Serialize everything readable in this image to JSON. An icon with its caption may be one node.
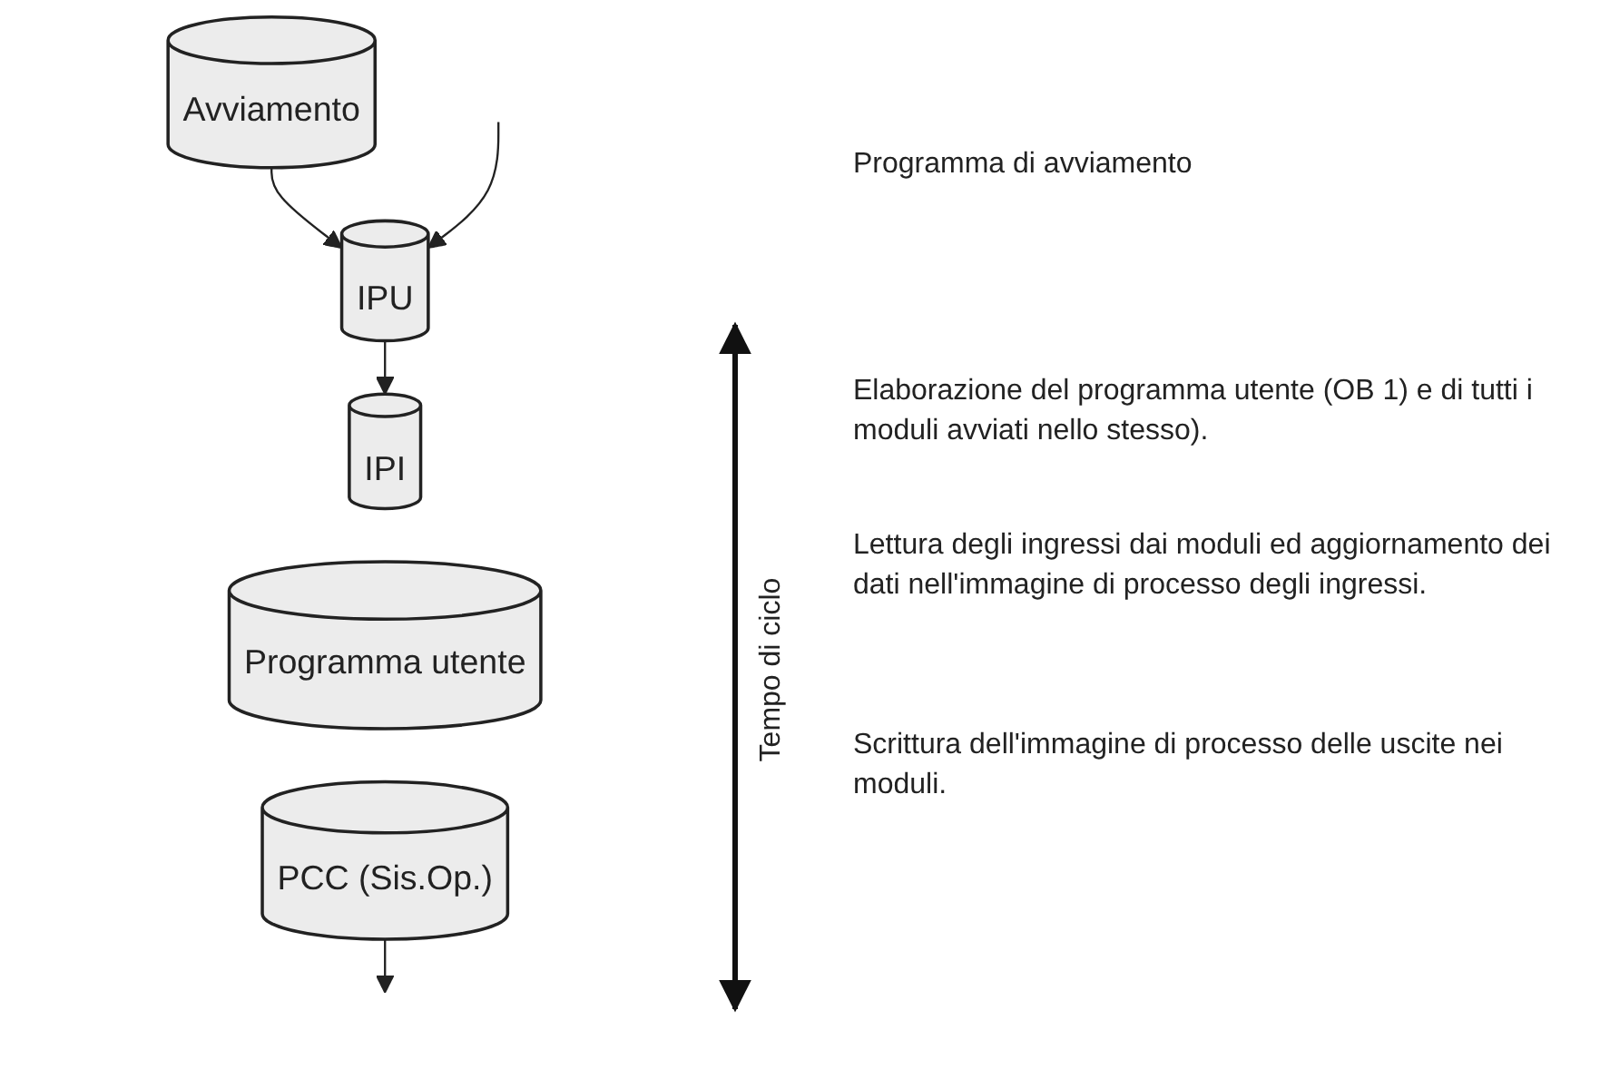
{
  "diagram": {
    "nodes": [
      {
        "text": [
          "Avviamento"
        ]
      },
      {
        "text": [
          "IPU"
        ]
      },
      {
        "text": [
          "IPI"
        ]
      },
      {
        "text": [
          "Programma utente"
        ]
      },
      {
        "text": [
          "PCC (Sis.Op.)"
        ]
      }
    ],
    "edges": [
      {
        "from": 0,
        "to": 1,
        "arrow": "to"
      },
      {
        "from": null,
        "to": 1,
        "arrow": "to"
      },
      {
        "from": 1,
        "to": 2,
        "arrow": "to"
      },
      {
        "from": 4,
        "to": null,
        "arrow": "to"
      }
    ],
    "labels": [
      "Tempo di ciclo",
      "Programma di avviamento",
      "Elaborazione del programma utente (OB 1) e di tutti i moduli avviati nello stesso).",
      "Lettura degli ingressi dai moduli ed aggiornamento dei dati nell'immagine di processo degli ingressi.",
      "Scrittura dell'immagine di processo delle uscite nei moduli."
    ]
  }
}
